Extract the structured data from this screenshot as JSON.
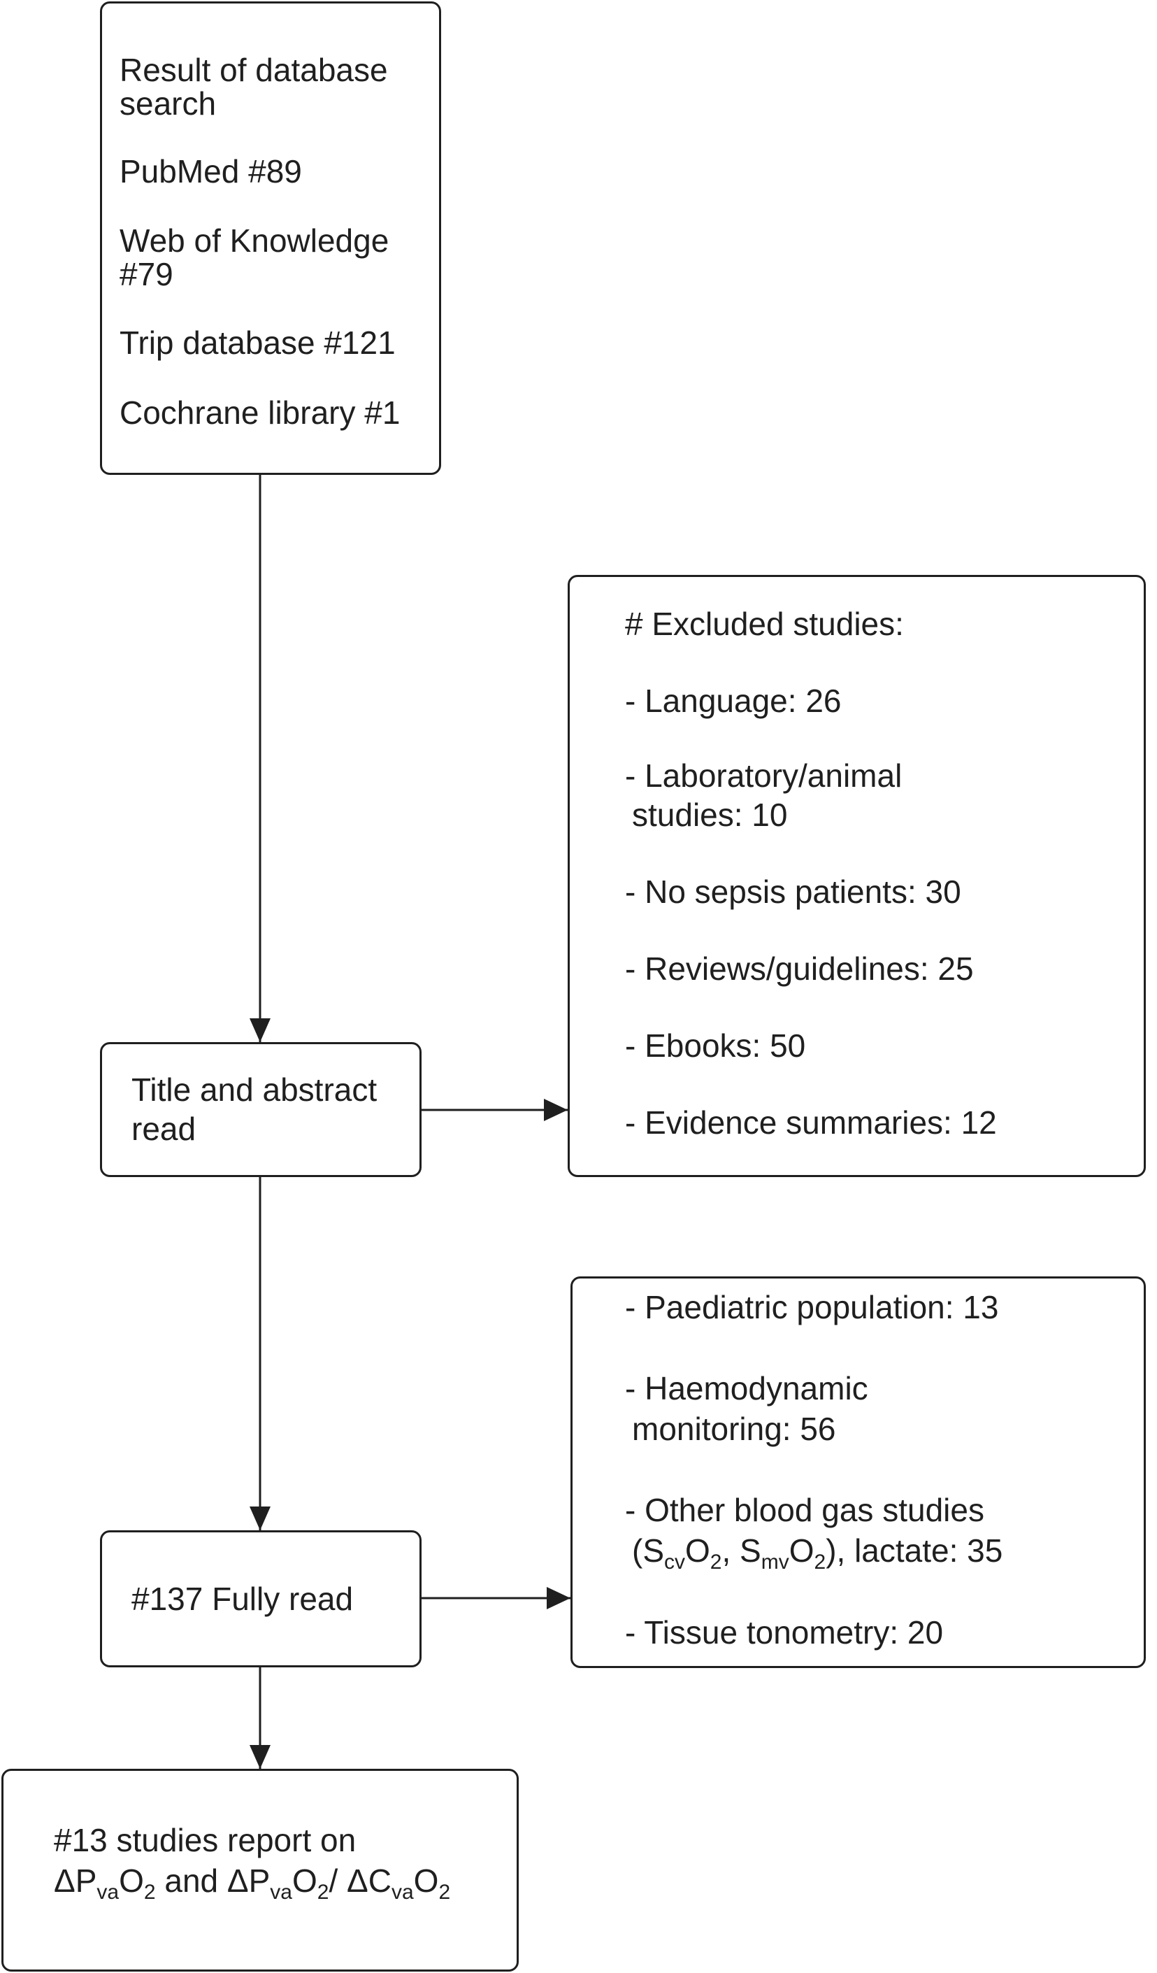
{
  "search_box": {
    "heading": [
      "Result of database",
      "search"
    ],
    "pubmed": "PubMed #89",
    "web_of_knowledge": [
      "Web of Knowledge",
      "#79"
    ],
    "trip": "Trip database #121",
    "cochrane": "Cochrane library #1"
  },
  "screening_box": {
    "label": [
      "Title and abstract",
      "read"
    ]
  },
  "excluded_box": {
    "heading": "# Excluded studies:",
    "language": "- Language: 26",
    "laboratory": [
      "- Laboratory/animal",
      "studies: 10"
    ],
    "no_sepsis": "- No sepsis patients: 30",
    "reviews": "- Reviews/guidelines: 25",
    "ebooks": "- Ebooks: 50",
    "evidence": "- Evidence summaries: 12"
  },
  "full_read_box": {
    "label": "#137 Fully read"
  },
  "excluded_full_box": {
    "paediatric": "- Paediatric population: 13",
    "haemodynamic": [
      "- Haemodynamic",
      "monitoring: 56"
    ],
    "blood_gas": {
      "line1": "- Other blood gas studies",
      "open": "(S",
      "scv_sub": "cv",
      "o2_a": "O",
      "two_a": "2",
      "sep": ", S",
      "smv_sub": "mv",
      "o2_b": "O",
      "two_b": "2",
      "tail": "), lactate: 35"
    },
    "tonometry": "- Tissue tonometry: 20"
  },
  "result_box": {
    "line1": "#13 studies report on",
    "formula": {
      "delta1": "ΔP",
      "va1": "va",
      "o1": "O",
      "two1": "2",
      "and": " and ΔP",
      "va2": "va",
      "o2": "O",
      "two2": "2",
      "slash": "/ ΔC",
      "va3": "va",
      "o3": "O",
      "two3": "2"
    }
  }
}
